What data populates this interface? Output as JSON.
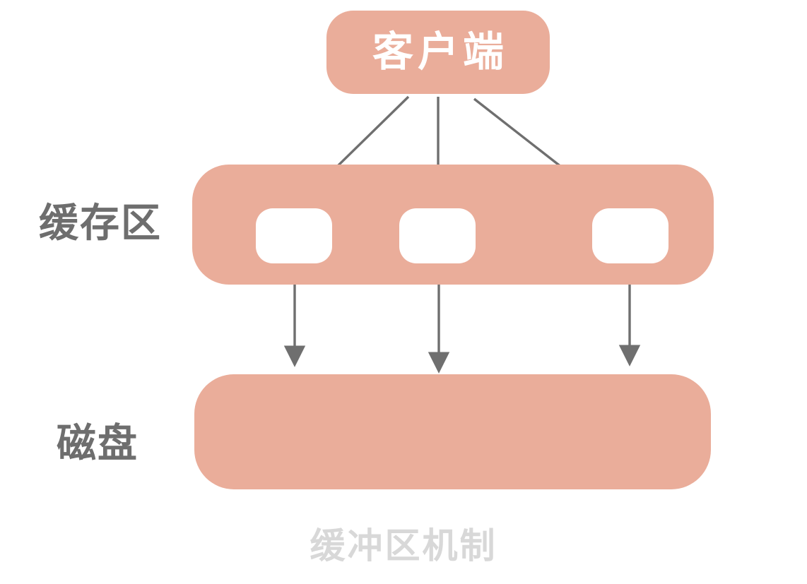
{
  "diagram": {
    "caption": "缓冲区机制",
    "nodes": {
      "client": {
        "label": "客户端"
      },
      "buffer": {
        "label": "缓存区",
        "slot_count": 3
      },
      "disk": {
        "label": "磁盘"
      }
    },
    "edges": [
      {
        "from": "client",
        "to": "buffer-slot-1"
      },
      {
        "from": "client",
        "to": "buffer-slot-2"
      },
      {
        "from": "client",
        "to": "buffer-slot-3"
      },
      {
        "from": "buffer-slot-1",
        "to": "disk"
      },
      {
        "from": "buffer-slot-2",
        "to": "disk"
      },
      {
        "from": "buffer-slot-3",
        "to": "disk"
      }
    ],
    "colors": {
      "background": "#FFFFFF",
      "node_fill": "#EAAD9A",
      "slot_fill": "#FFFFFF",
      "arrow": "#6F6F6F",
      "label_text": "#6E6E6E",
      "client_text": "#FFFFFF",
      "caption_text": "#D8D8D8"
    }
  }
}
